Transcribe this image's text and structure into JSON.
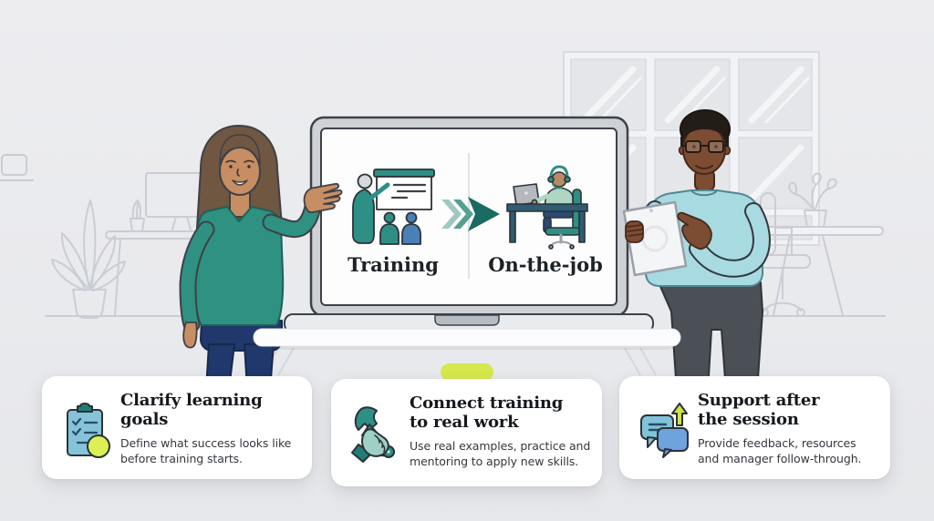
{
  "laptop_screen": {
    "left": {
      "label": "Training",
      "icon": "presenter-with-audience-icon"
    },
    "right": {
      "label": "On-the-job",
      "icon": "person-at-desk-headset-icon"
    },
    "arrow_icon": "triple-chevron-arrow-icon"
  },
  "cards": [
    {
      "icon": "clipboard-checklist-icon",
      "title_lines": [
        "Clarify learning",
        "goals"
      ],
      "body_lines": [
        "Define what success looks like",
        "before training starts."
      ]
    },
    {
      "icon": "wrench-in-hand-icon",
      "title_lines": [
        "Connect training",
        "to real work"
      ],
      "body_lines": [
        "Use real examples, practice and",
        "mentoring to apply new skills."
      ]
    },
    {
      "icon": "chat-bubbles-up-arrow-icon",
      "title_lines": [
        "Support after",
        "the session"
      ],
      "body_lines": [
        "Provide feedback, resources",
        "and manager follow-through."
      ]
    }
  ],
  "illustration": {
    "people": [
      "woman-presenting-at-laptop",
      "man-holding-tablet"
    ],
    "scene": "office-with-window-desks-plants-chair"
  },
  "colors": {
    "page_bg": "#e9eaed",
    "card_bg": "#ffffff",
    "accent_lime": "#d6e84d",
    "teal": "#2e9181",
    "dark_teal": "#1a6b62",
    "light_teal_chevron": "#9fc8c1",
    "mid_teal_chevron": "#55a095",
    "navy_pants": "#20386b",
    "shirt_light_blue": "#a8dae2",
    "pants_gray": "#4a5056",
    "clipboard_blue": "#85c3d8",
    "bubble_blue": "#6fa3dc",
    "title_text": "#15181c",
    "body_text": "#34383e",
    "outline_gray": "#c9cdd5"
  }
}
